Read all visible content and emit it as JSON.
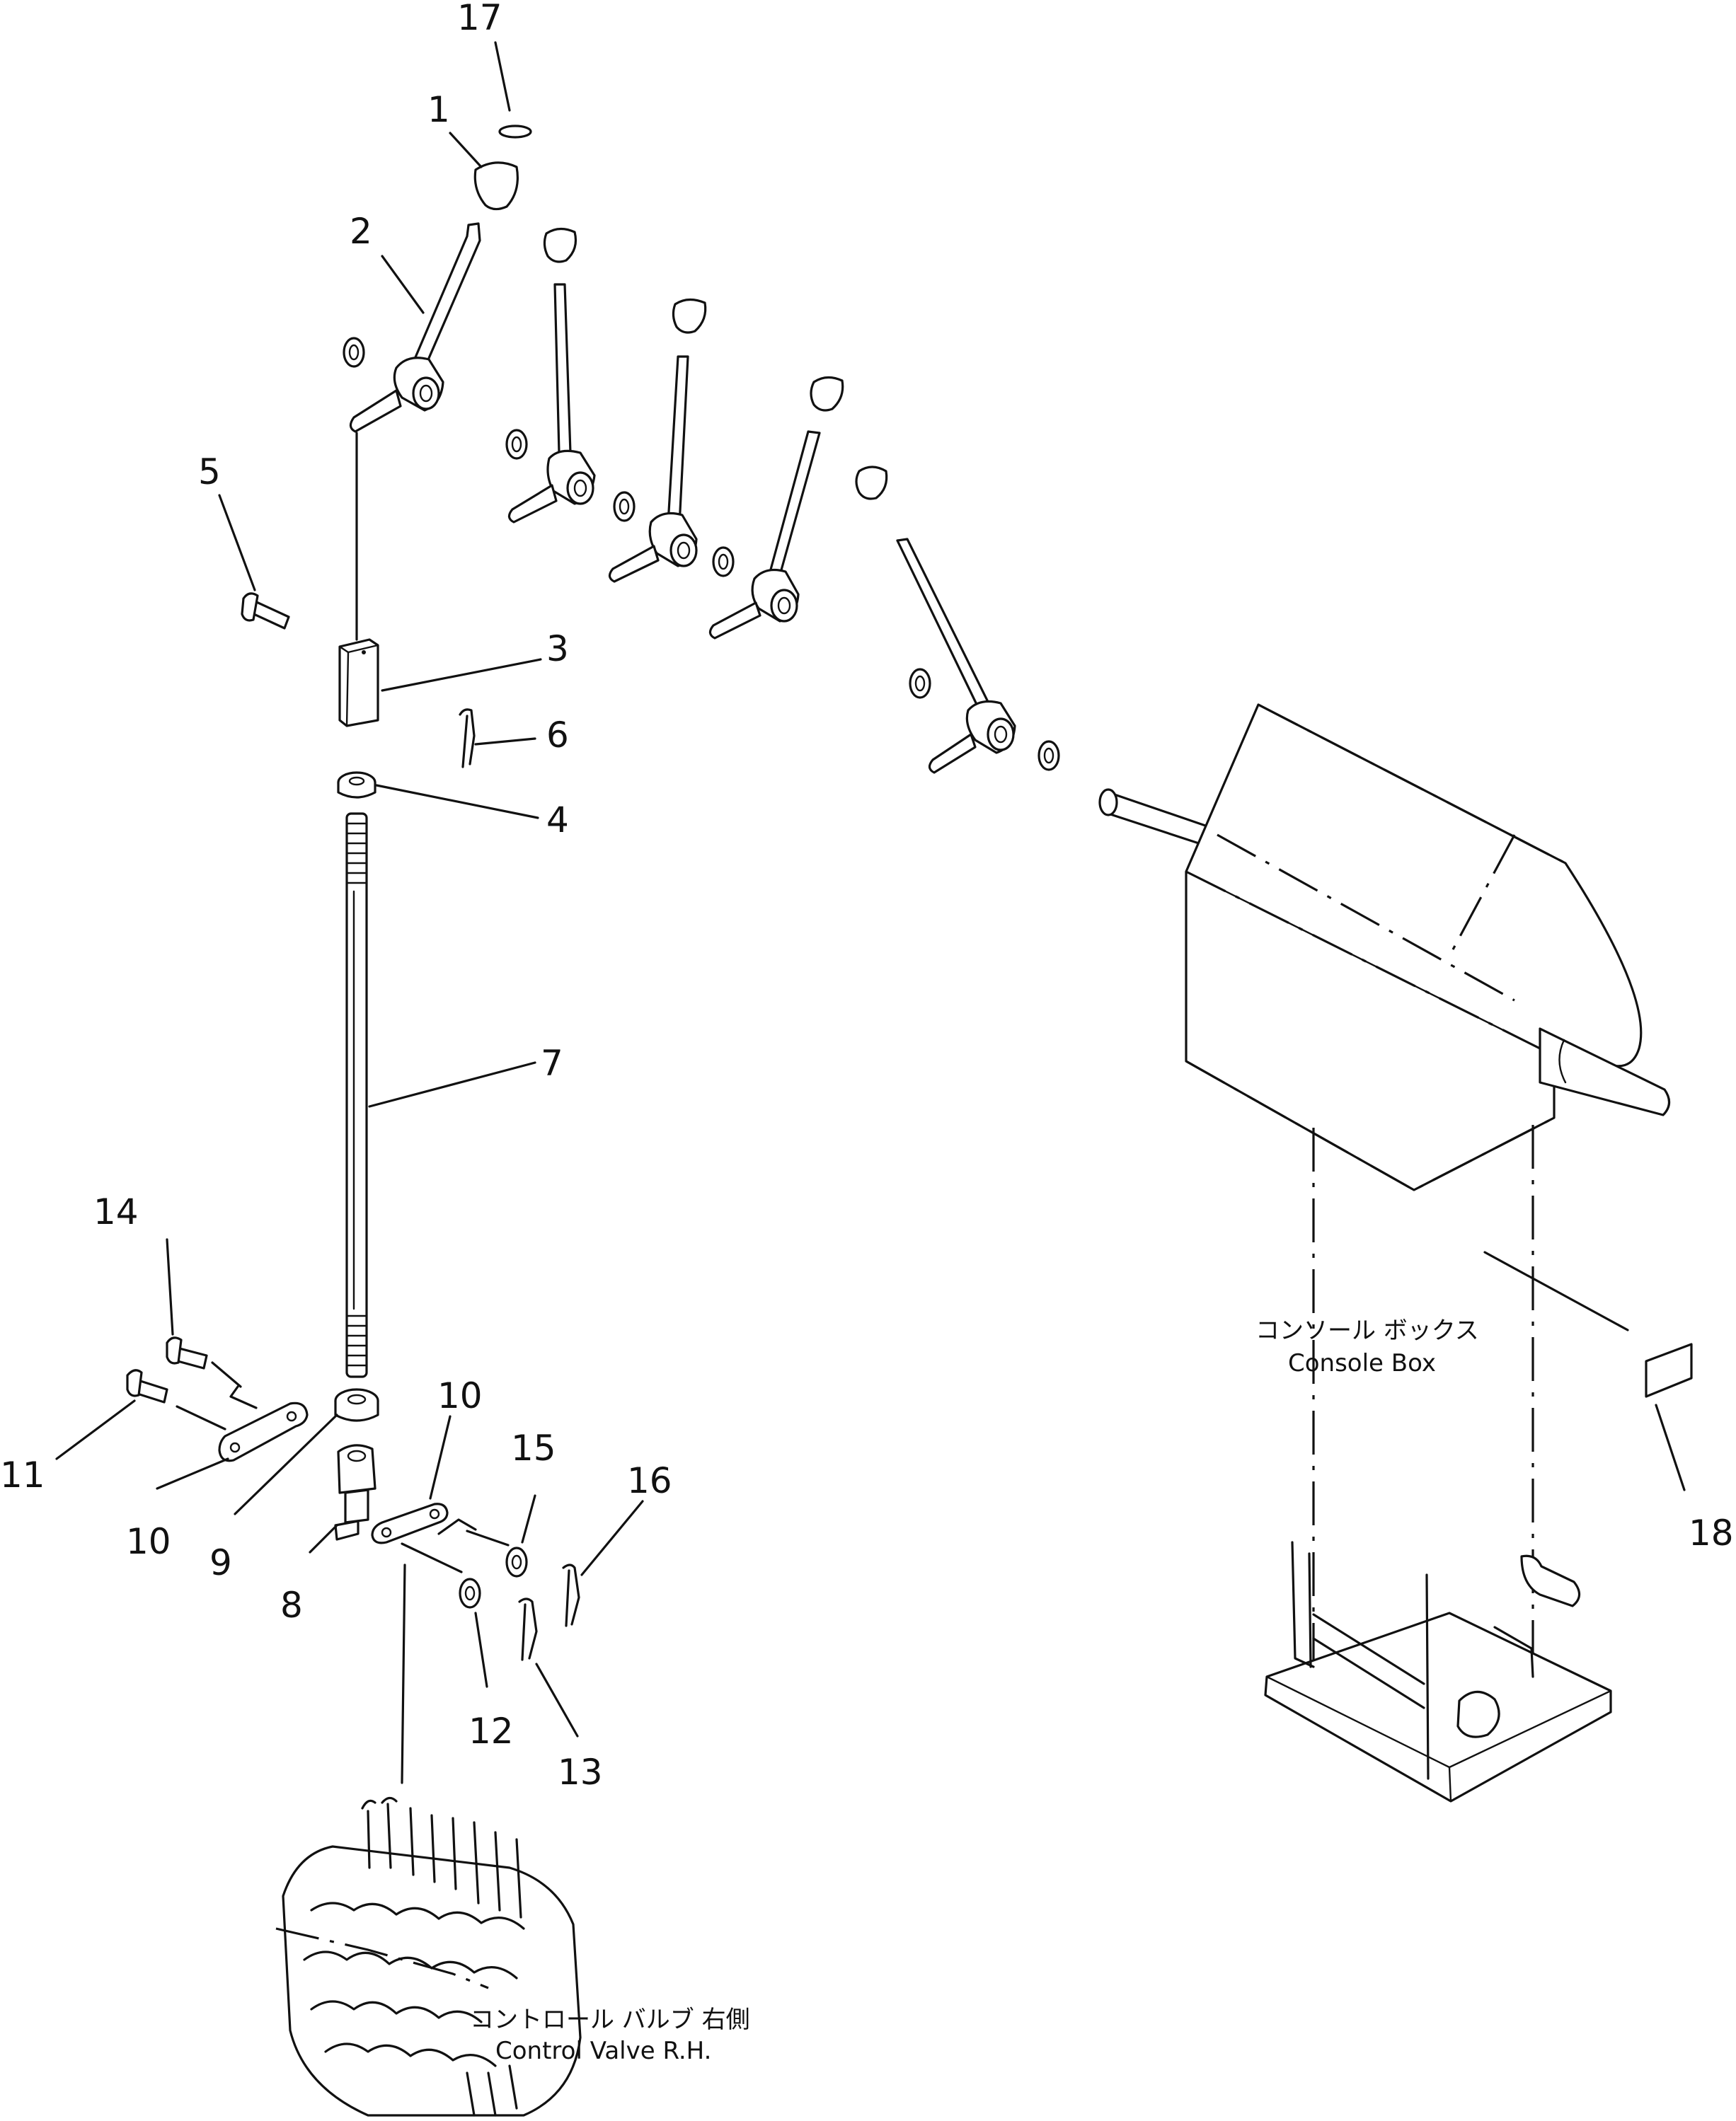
{
  "callouts": [
    "17",
    "1",
    "2",
    "5",
    "3",
    "6",
    "4",
    "7",
    "14",
    "11",
    "10",
    "10",
    "9",
    "8",
    "15",
    "16",
    "12",
    "13",
    "18"
  ],
  "labels": {
    "console_jp": "コンソール ボックス",
    "console_en": "Console Box",
    "valve_jp": "コントロール バルブ 右側",
    "valve_en": "Control Valve   R.H."
  }
}
